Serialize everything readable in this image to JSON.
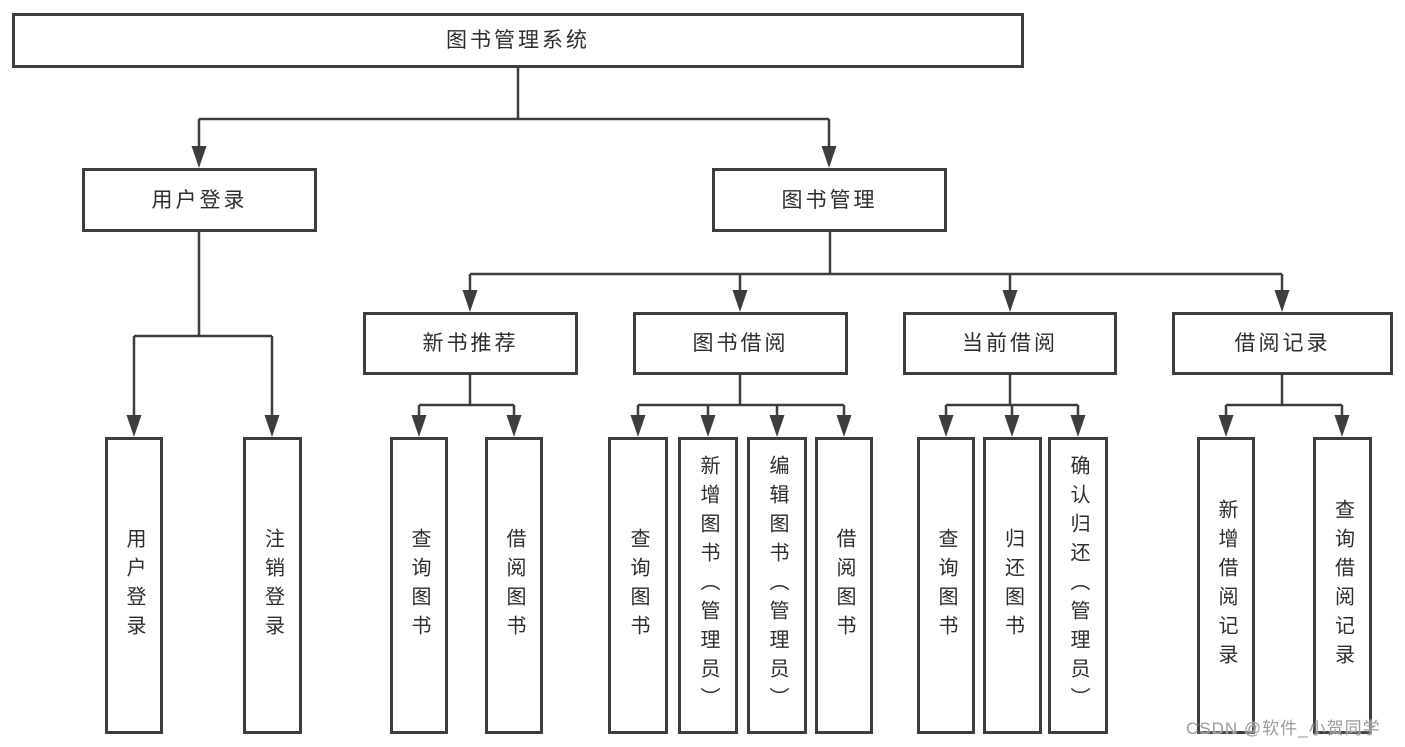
{
  "diagram": {
    "type": "hierarchy-tree",
    "orientation": "top-down"
  },
  "colors": {
    "background": "#ffffff",
    "line": "#3d3d3d",
    "box_border": "#3d3d3d",
    "text": "#2d2d2d",
    "watermark": "#9b9b9b"
  },
  "watermark": {
    "text": "CSDN @软件_小贺同学"
  },
  "tree": {
    "label": "图书管理系统",
    "children": [
      {
        "label": "用户登录",
        "children": [
          {
            "label": "用户登录"
          },
          {
            "label": "注销登录"
          }
        ]
      },
      {
        "label": "图书管理",
        "children": [
          {
            "label": "新书推荐",
            "children": [
              {
                "label": "查询图书"
              },
              {
                "label": "借阅图书"
              }
            ]
          },
          {
            "label": "图书借阅",
            "children": [
              {
                "label": "查询图书"
              },
              {
                "label": "新增图书（管理员）"
              },
              {
                "label": "编辑图书（管理员）"
              },
              {
                "label": "借阅图书"
              }
            ]
          },
          {
            "label": "当前借阅",
            "children": [
              {
                "label": "查询图书"
              },
              {
                "label": "归还图书"
              },
              {
                "label": "确认归还（管理员）"
              }
            ]
          },
          {
            "label": "借阅记录",
            "children": [
              {
                "label": "新增借阅记录"
              },
              {
                "label": "查询借阅记录"
              }
            ]
          }
        ]
      }
    ]
  }
}
